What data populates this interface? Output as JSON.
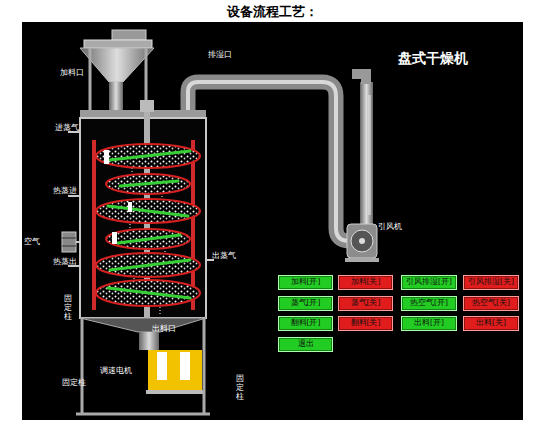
{
  "diagram": {
    "title": "设备流程工艺：",
    "nodes": [
      {
        "text": [
          "加料[开]"
        ]
      },
      {
        "text": [
          "加料[关]"
        ]
      },
      {
        "text": [
          "引风排湿[开]"
        ]
      },
      {
        "text": [
          "引风排湿[关]"
        ]
      },
      {
        "text": [
          "蒸气[开]"
        ]
      },
      {
        "text": [
          "蒸气[关]"
        ]
      },
      {
        "text": [
          "热空气[开]"
        ]
      },
      {
        "text": [
          "热空气[关]"
        ]
      },
      {
        "text": [
          "翻料[开]"
        ]
      },
      {
        "text": [
          "翻料[关]"
        ]
      },
      {
        "text": [
          "出料[开]"
        ]
      },
      {
        "text": [
          "出料[关]"
        ]
      },
      {
        "text": [
          "退出"
        ]
      }
    ],
    "labels": [
      "盘式干燥机",
      "加料口",
      "排湿口",
      "进蒸气",
      "热蒸进",
      "空气",
      "热蒸出",
      "出蒸气",
      "引风机",
      "出料口",
      "调速电机",
      "固定柱",
      "固定柱",
      "固定柱"
    ]
  }
}
